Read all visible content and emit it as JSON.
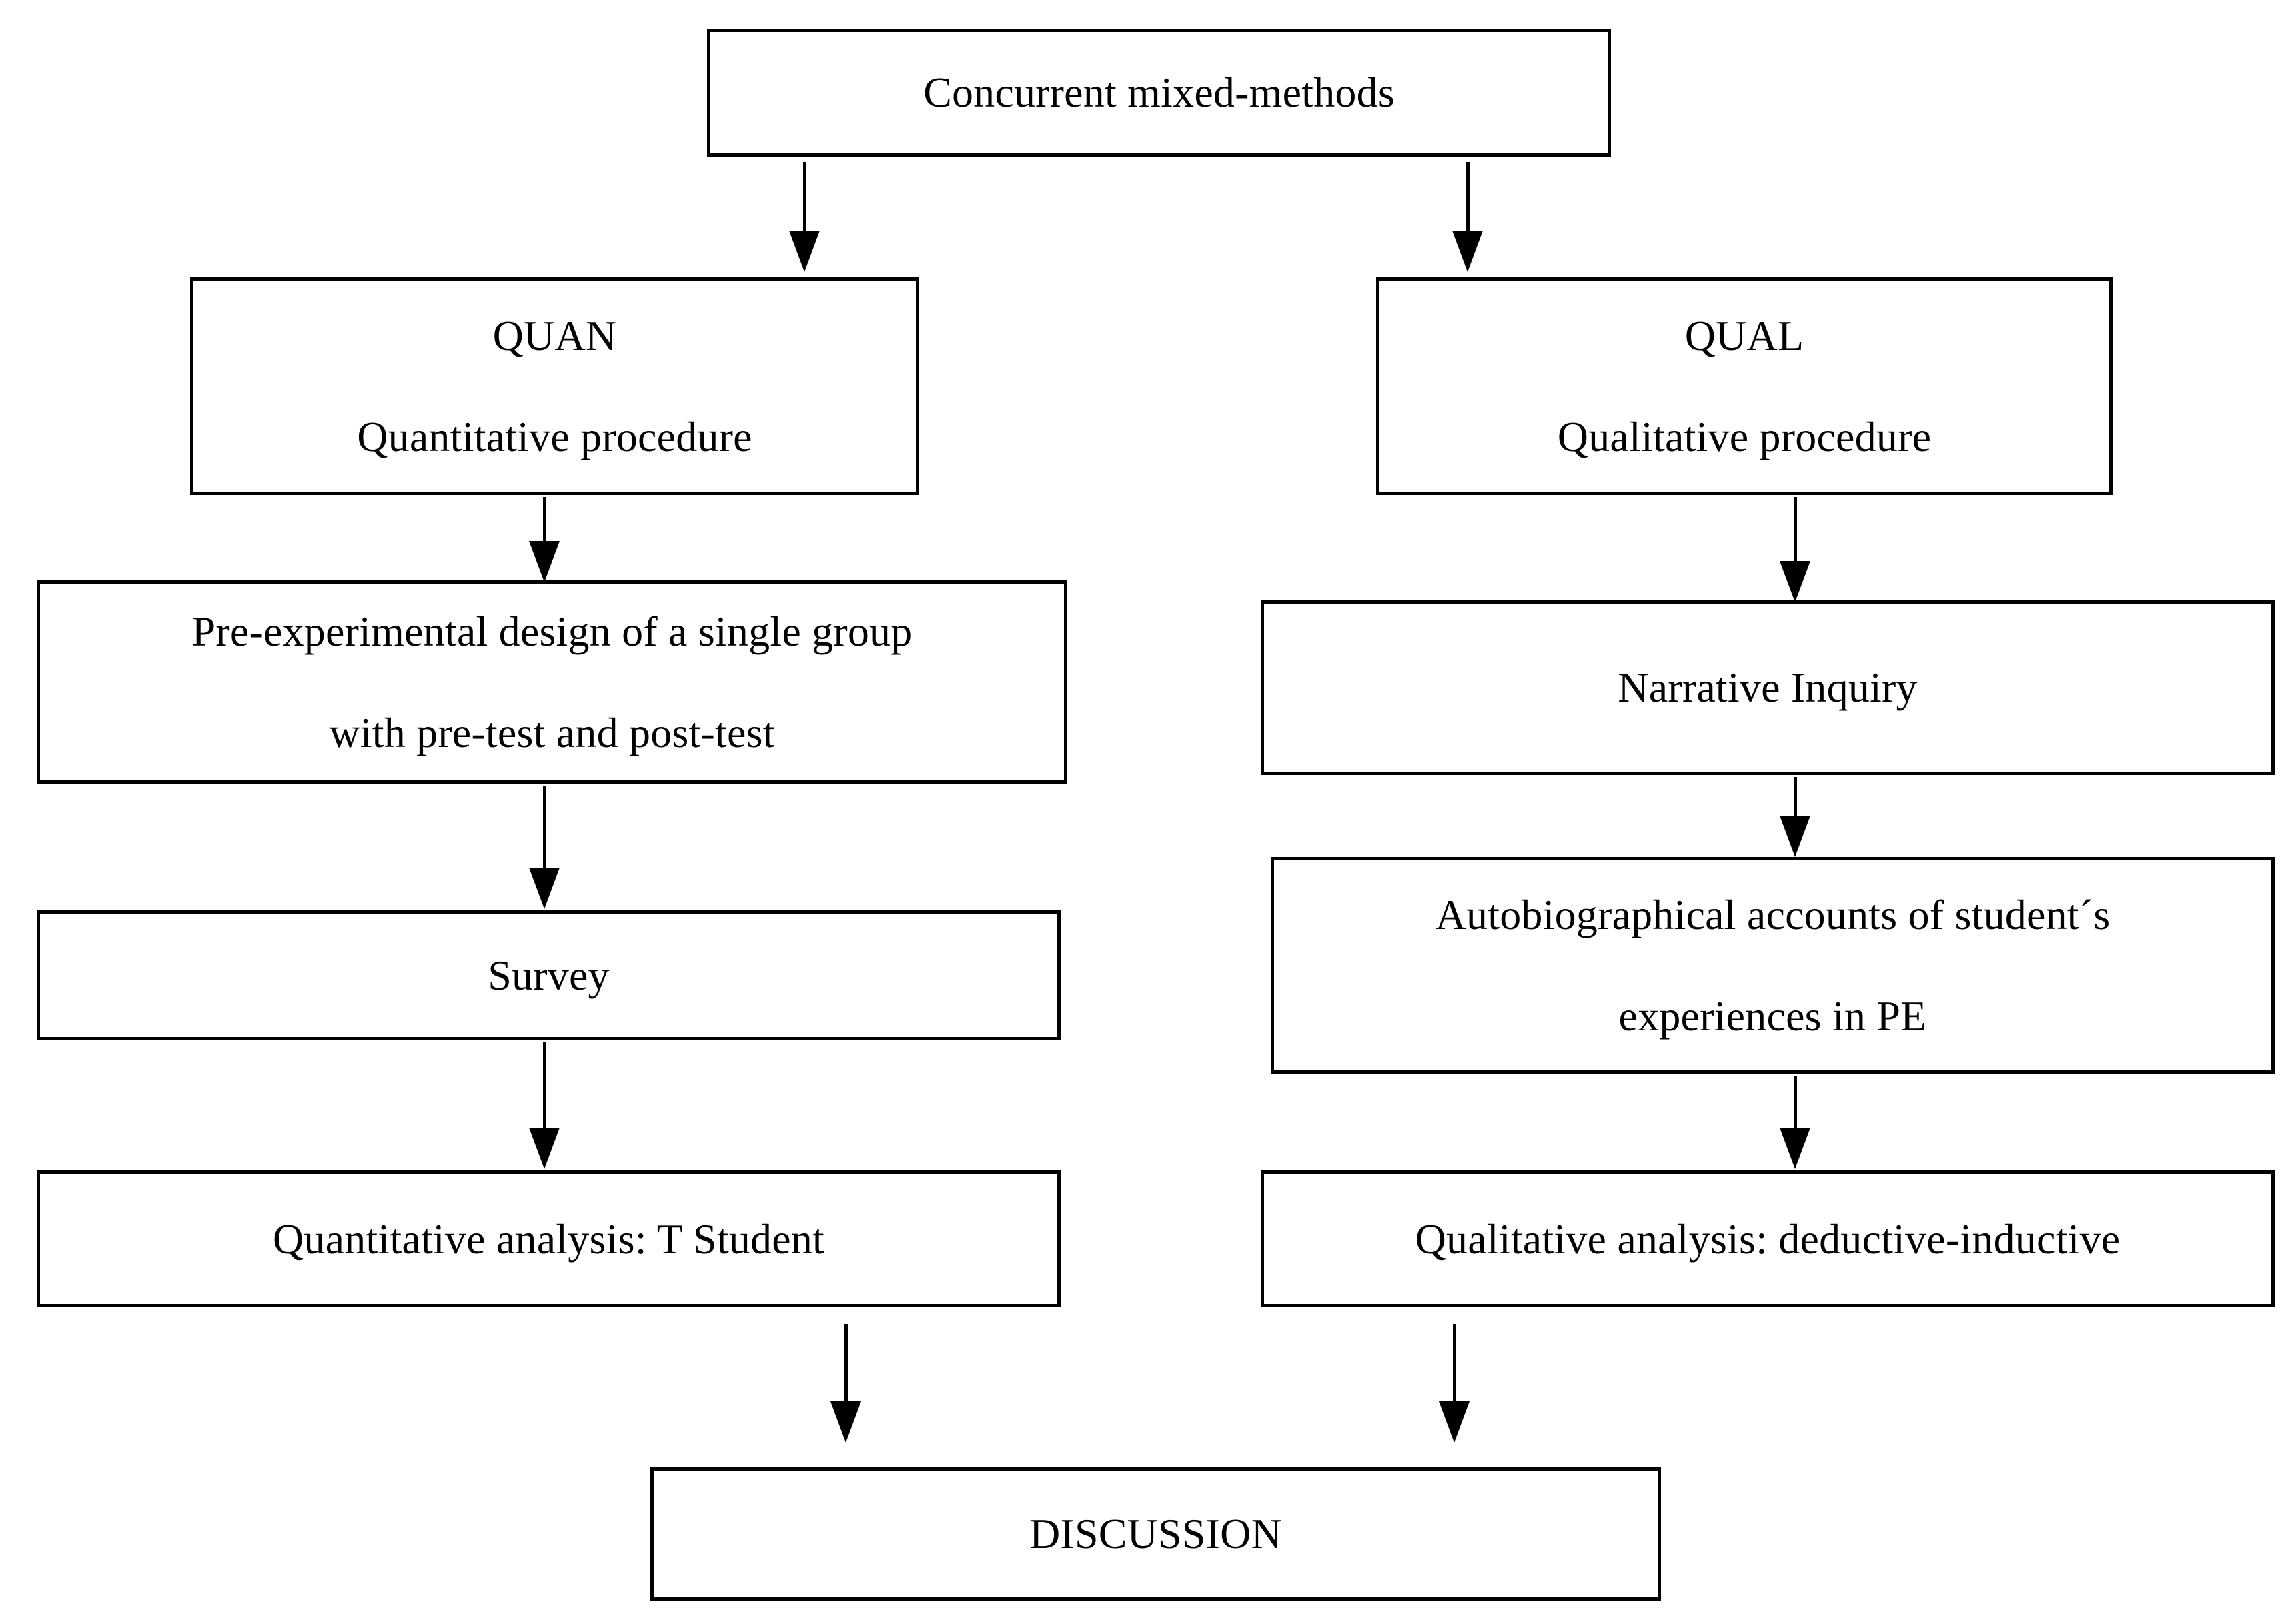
{
  "diagram": {
    "title": "Concurrent mixed-methods research design flowchart",
    "stroke_color": "#000000",
    "background_color": "#ffffff"
  },
  "nodes": {
    "root": {
      "label": "Concurrent mixed-methods"
    },
    "quan": {
      "line1": "QUAN",
      "line2": "Quantitative procedure"
    },
    "qual": {
      "line1": "QUAL",
      "line2": "Qualitative procedure"
    },
    "pre_experimental": {
      "line1": "Pre-experimental design of a single group",
      "line2": "with pre-test and post-test"
    },
    "narrative_inquiry": {
      "label": "Narrative Inquiry"
    },
    "survey": {
      "label": "Survey"
    },
    "autobiographical": {
      "line1": "Autobiographical accounts of student´s",
      "line2": "experiences in PE"
    },
    "quant_analysis": {
      "label": "Quantitative analysis: T Student"
    },
    "qual_analysis": {
      "label": "Qualitative analysis: deductive-inductive"
    },
    "discussion": {
      "label": "DISCUSSION"
    }
  },
  "edges": [
    {
      "name": "root-to-quan",
      "from": "root",
      "to": "quan"
    },
    {
      "name": "root-to-qual",
      "from": "root",
      "to": "qual"
    },
    {
      "name": "quan-to-pre-experimental",
      "from": "quan",
      "to": "pre_experimental"
    },
    {
      "name": "qual-to-narrative-inquiry",
      "from": "qual",
      "to": "narrative_inquiry"
    },
    {
      "name": "pre-experimental-to-survey",
      "from": "pre_experimental",
      "to": "survey"
    },
    {
      "name": "narrative-inquiry-to-autobiographical",
      "from": "narrative_inquiry",
      "to": "autobiographical"
    },
    {
      "name": "survey-to-quant-analysis",
      "from": "survey",
      "to": "quant_analysis"
    },
    {
      "name": "autobiographical-to-qual-analysis",
      "from": "autobiographical",
      "to": "qual_analysis"
    },
    {
      "name": "quant-analysis-to-discussion",
      "from": "quant_analysis",
      "to": "discussion"
    },
    {
      "name": "qual-analysis-to-discussion",
      "from": "qual_analysis",
      "to": "discussion"
    }
  ]
}
